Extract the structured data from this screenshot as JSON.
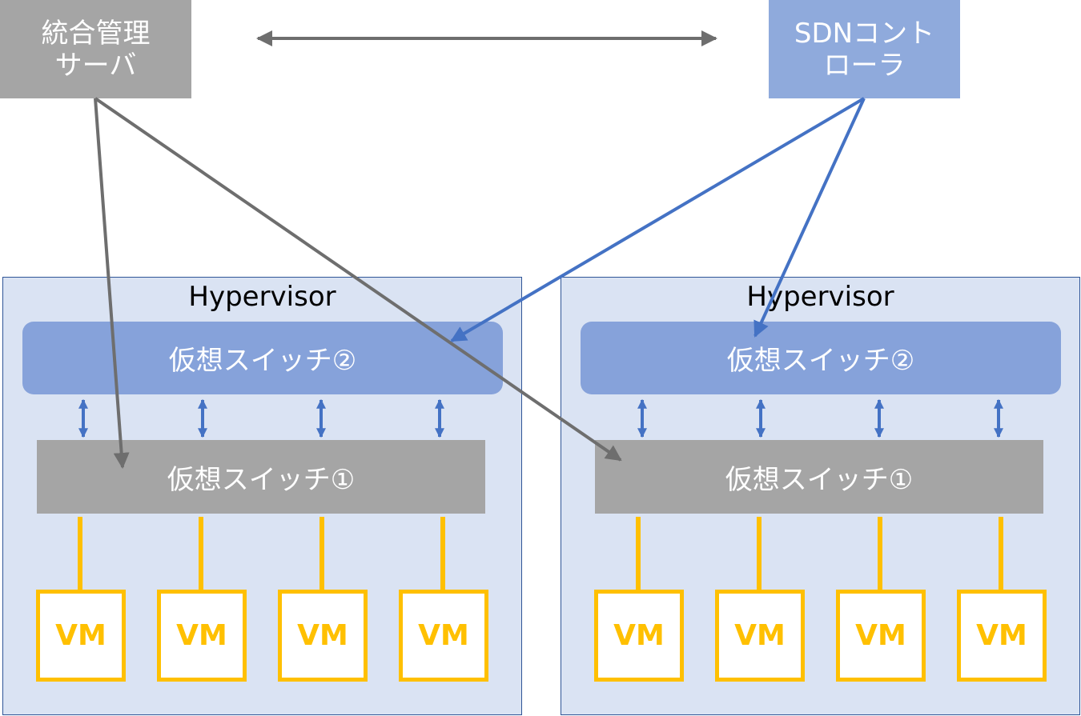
{
  "mgmt_server": {
    "label": "統合管理\nサーバ",
    "color": "#a5a5a5"
  },
  "sdn_controller": {
    "label": "SDNコント\nローラ",
    "color": "#8faadc"
  },
  "hypervisors": [
    {
      "label": "Hypervisor",
      "vswitch2": "仮想スイッチ②",
      "vswitch1": "仮想スイッチ①",
      "vms": [
        "VM",
        "VM",
        "VM",
        "VM"
      ]
    },
    {
      "label": "Hypervisor",
      "vswitch2": "仮想スイッチ②",
      "vswitch1": "仮想スイッチ①",
      "vms": [
        "VM",
        "VM",
        "VM",
        "VM"
      ]
    }
  ],
  "colors": {
    "hypervisor_bg": "#dae3f3",
    "hypervisor_border": "#2f5597",
    "vswitch2": "#86a2da",
    "vswitch1": "#a5a5a5",
    "vm_border": "#ffc000",
    "gray_arrow": "#6e6e6e",
    "blue_arrow": "#4472c4"
  }
}
